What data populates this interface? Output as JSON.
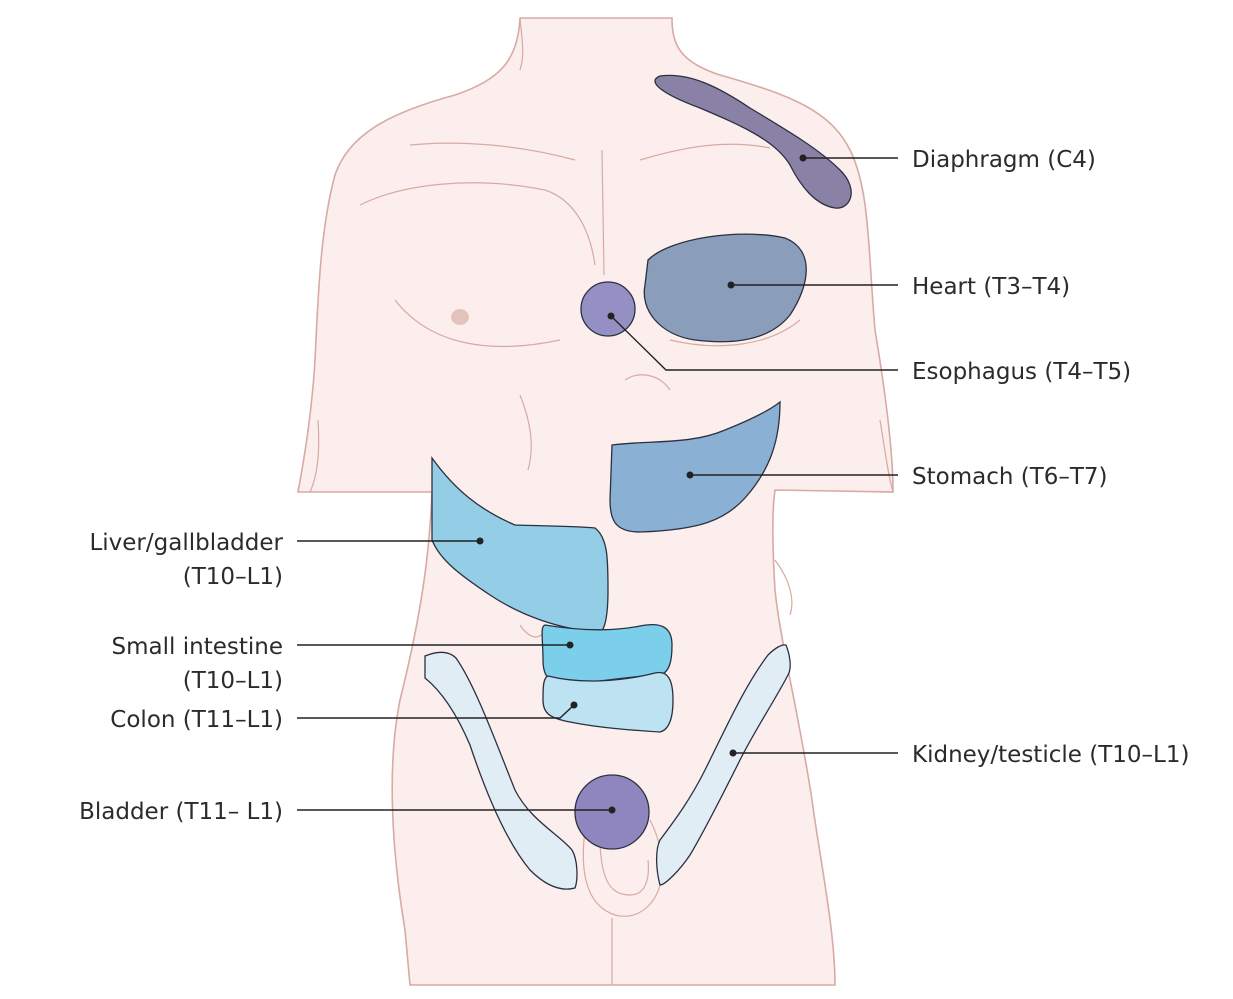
{
  "colors": {
    "skin": "#fbeeec",
    "skin_outline": "#d8aaa4",
    "diaphragm": "#8a82a6",
    "heart": "#8a9dbb",
    "esophagus": "#9490c4",
    "stomach": "#8ab0d3",
    "liver": "#93cde6",
    "small_intestine": "#7ccfea",
    "colon": "#bde2f1",
    "kidney": "#e1edf4",
    "bladder": "#8f86bf"
  },
  "labels": {
    "diaphragm": "Diaphragm (C4)",
    "heart": "Heart (T3–T4)",
    "esophagus": "Esophagus (T4–T5)",
    "stomach": "Stomach (T6–T7)",
    "liver_line1": "Liver/gallbladder",
    "liver_line2": "(T10–L1)",
    "small_intestine_line1": "Small intestine",
    "small_intestine_line2": "(T10–L1)",
    "colon": "Colon (T11–L1)",
    "kidney": "Kidney/testicle (T10–L1)",
    "bladder": "Bladder (T11– L1)"
  }
}
